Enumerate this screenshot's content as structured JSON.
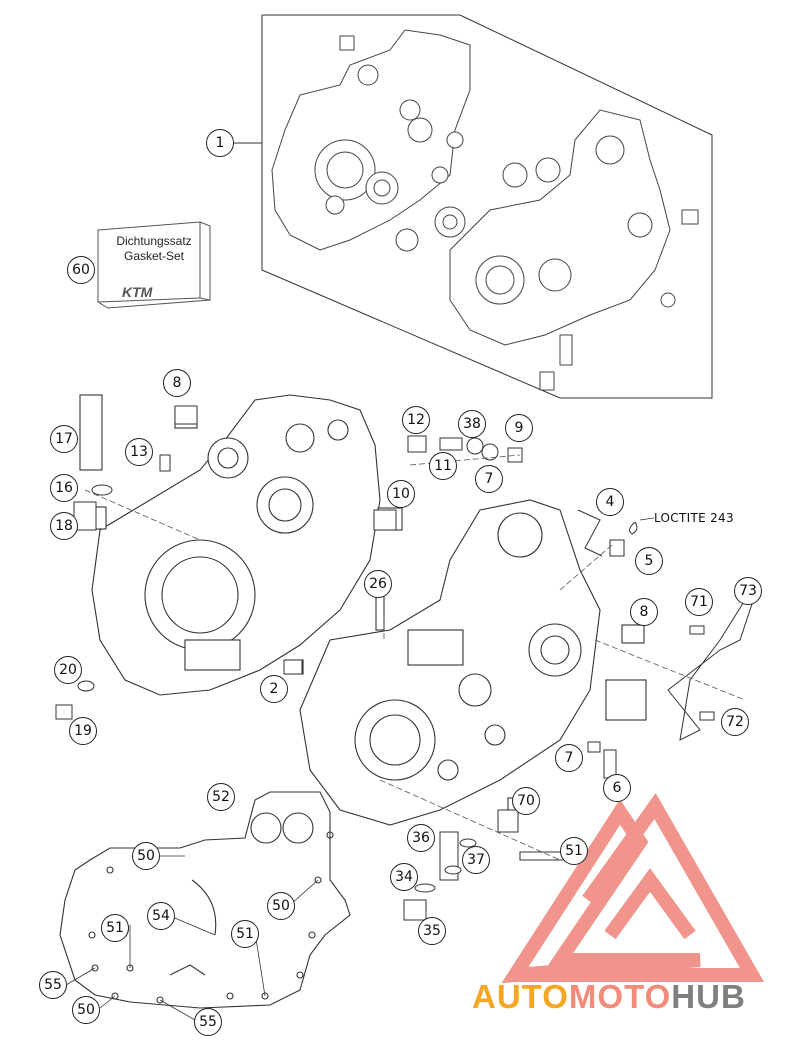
{
  "diagram": {
    "gasket_box": {
      "line1": "Dichtungssatz",
      "line2": "Gasket-Set",
      "logo": "KTM"
    },
    "loctite_note": "LOCTITE 243",
    "callouts": [
      {
        "id": "1",
        "label": "1"
      },
      {
        "id": "60",
        "label": "60"
      },
      {
        "id": "8a",
        "label": "8"
      },
      {
        "id": "17",
        "label": "17"
      },
      {
        "id": "13",
        "label": "13"
      },
      {
        "id": "16",
        "label": "16"
      },
      {
        "id": "18",
        "label": "18"
      },
      {
        "id": "12",
        "label": "12"
      },
      {
        "id": "38",
        "label": "38"
      },
      {
        "id": "9",
        "label": "9"
      },
      {
        "id": "11",
        "label": "11"
      },
      {
        "id": "7a",
        "label": "7"
      },
      {
        "id": "10",
        "label": "10"
      },
      {
        "id": "4",
        "label": "4"
      },
      {
        "id": "5",
        "label": "5"
      },
      {
        "id": "26",
        "label": "26"
      },
      {
        "id": "8b",
        "label": "8"
      },
      {
        "id": "71",
        "label": "71"
      },
      {
        "id": "73",
        "label": "73"
      },
      {
        "id": "20",
        "label": "20"
      },
      {
        "id": "2",
        "label": "2"
      },
      {
        "id": "72",
        "label": "72"
      },
      {
        "id": "19",
        "label": "19"
      },
      {
        "id": "7b",
        "label": "7"
      },
      {
        "id": "6",
        "label": "6"
      },
      {
        "id": "52",
        "label": "52"
      },
      {
        "id": "70",
        "label": "70"
      },
      {
        "id": "36",
        "label": "36"
      },
      {
        "id": "50a",
        "label": "50"
      },
      {
        "id": "37",
        "label": "37"
      },
      {
        "id": "51a",
        "label": "51"
      },
      {
        "id": "34",
        "label": "34"
      },
      {
        "id": "54",
        "label": "54"
      },
      {
        "id": "50b",
        "label": "50"
      },
      {
        "id": "51b",
        "label": "51"
      },
      {
        "id": "35",
        "label": "35"
      },
      {
        "id": "51c",
        "label": "51"
      },
      {
        "id": "55a",
        "label": "55"
      },
      {
        "id": "50c",
        "label": "50"
      },
      {
        "id": "55b",
        "label": "55"
      }
    ]
  },
  "watermark": {
    "part1": "AUTO",
    "part2": "MOTO",
    "part3": "HUB",
    "colors": {
      "auto": "#f5a623",
      "moto": "#f28b7a",
      "hub": "#7f7f7f",
      "logo": "#f08a80"
    }
  }
}
